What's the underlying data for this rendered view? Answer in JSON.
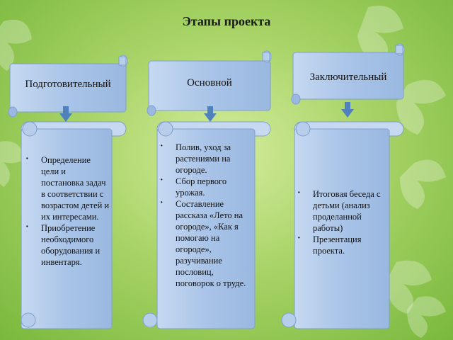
{
  "title": "Этапы проекта",
  "stages": [
    {
      "label": "Подготовительный",
      "items": [
        "Определение цели и постановка задач в соответствии с возрастом детей и их интересами.",
        "Приобретение необходимого оборудования и инвентаря."
      ]
    },
    {
      "label": "Основной",
      "items": [
        "Полив, уход за растениями на огороде.",
        "Сбор первого урожая.",
        "Составление рассказа «Лето на огороде», «Как я помогаю на  огороде», разучивание пословиц, поговорок о труде."
      ]
    },
    {
      "label": "Заключительный",
      "items": [
        "Итоговая беседа с детьми (анализ проделанной работы)",
        "Презентация проекта."
      ]
    }
  ],
  "colors": {
    "scroll_fill": "#a9c4e8",
    "scroll_stroke": "#7f9fcf",
    "arrow": "#4f81bd"
  }
}
